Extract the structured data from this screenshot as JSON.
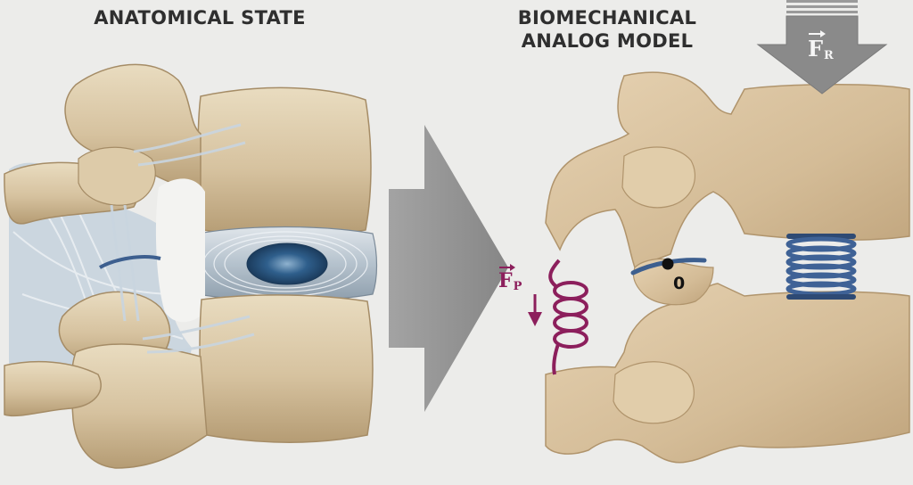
{
  "headings": {
    "left": "ANATOMICAL STATE",
    "right_line1": "BIOMECHANICAL",
    "right_line2": "ANALOG MODEL"
  },
  "labels": {
    "force_resultant": "F",
    "force_resultant_sub": "R",
    "force_posterior": "F",
    "force_posterior_sub": "P",
    "pivot": "0"
  },
  "colors": {
    "background": "#ececea",
    "bone": "#d8c4a2",
    "model": "#d9c2a0",
    "ligament": "#b8c7d6",
    "disc_nucleus": "#2c5a86",
    "spring_blue": "#39598a",
    "spring_purple": "#8c1f5c",
    "arrow_gray": "#8d8d8d"
  },
  "icons": [
    "transition-arrow-icon",
    "force-arrow-down-icon",
    "compression-spring-icon",
    "tension-spring-icon",
    "pivot-point-icon"
  ]
}
